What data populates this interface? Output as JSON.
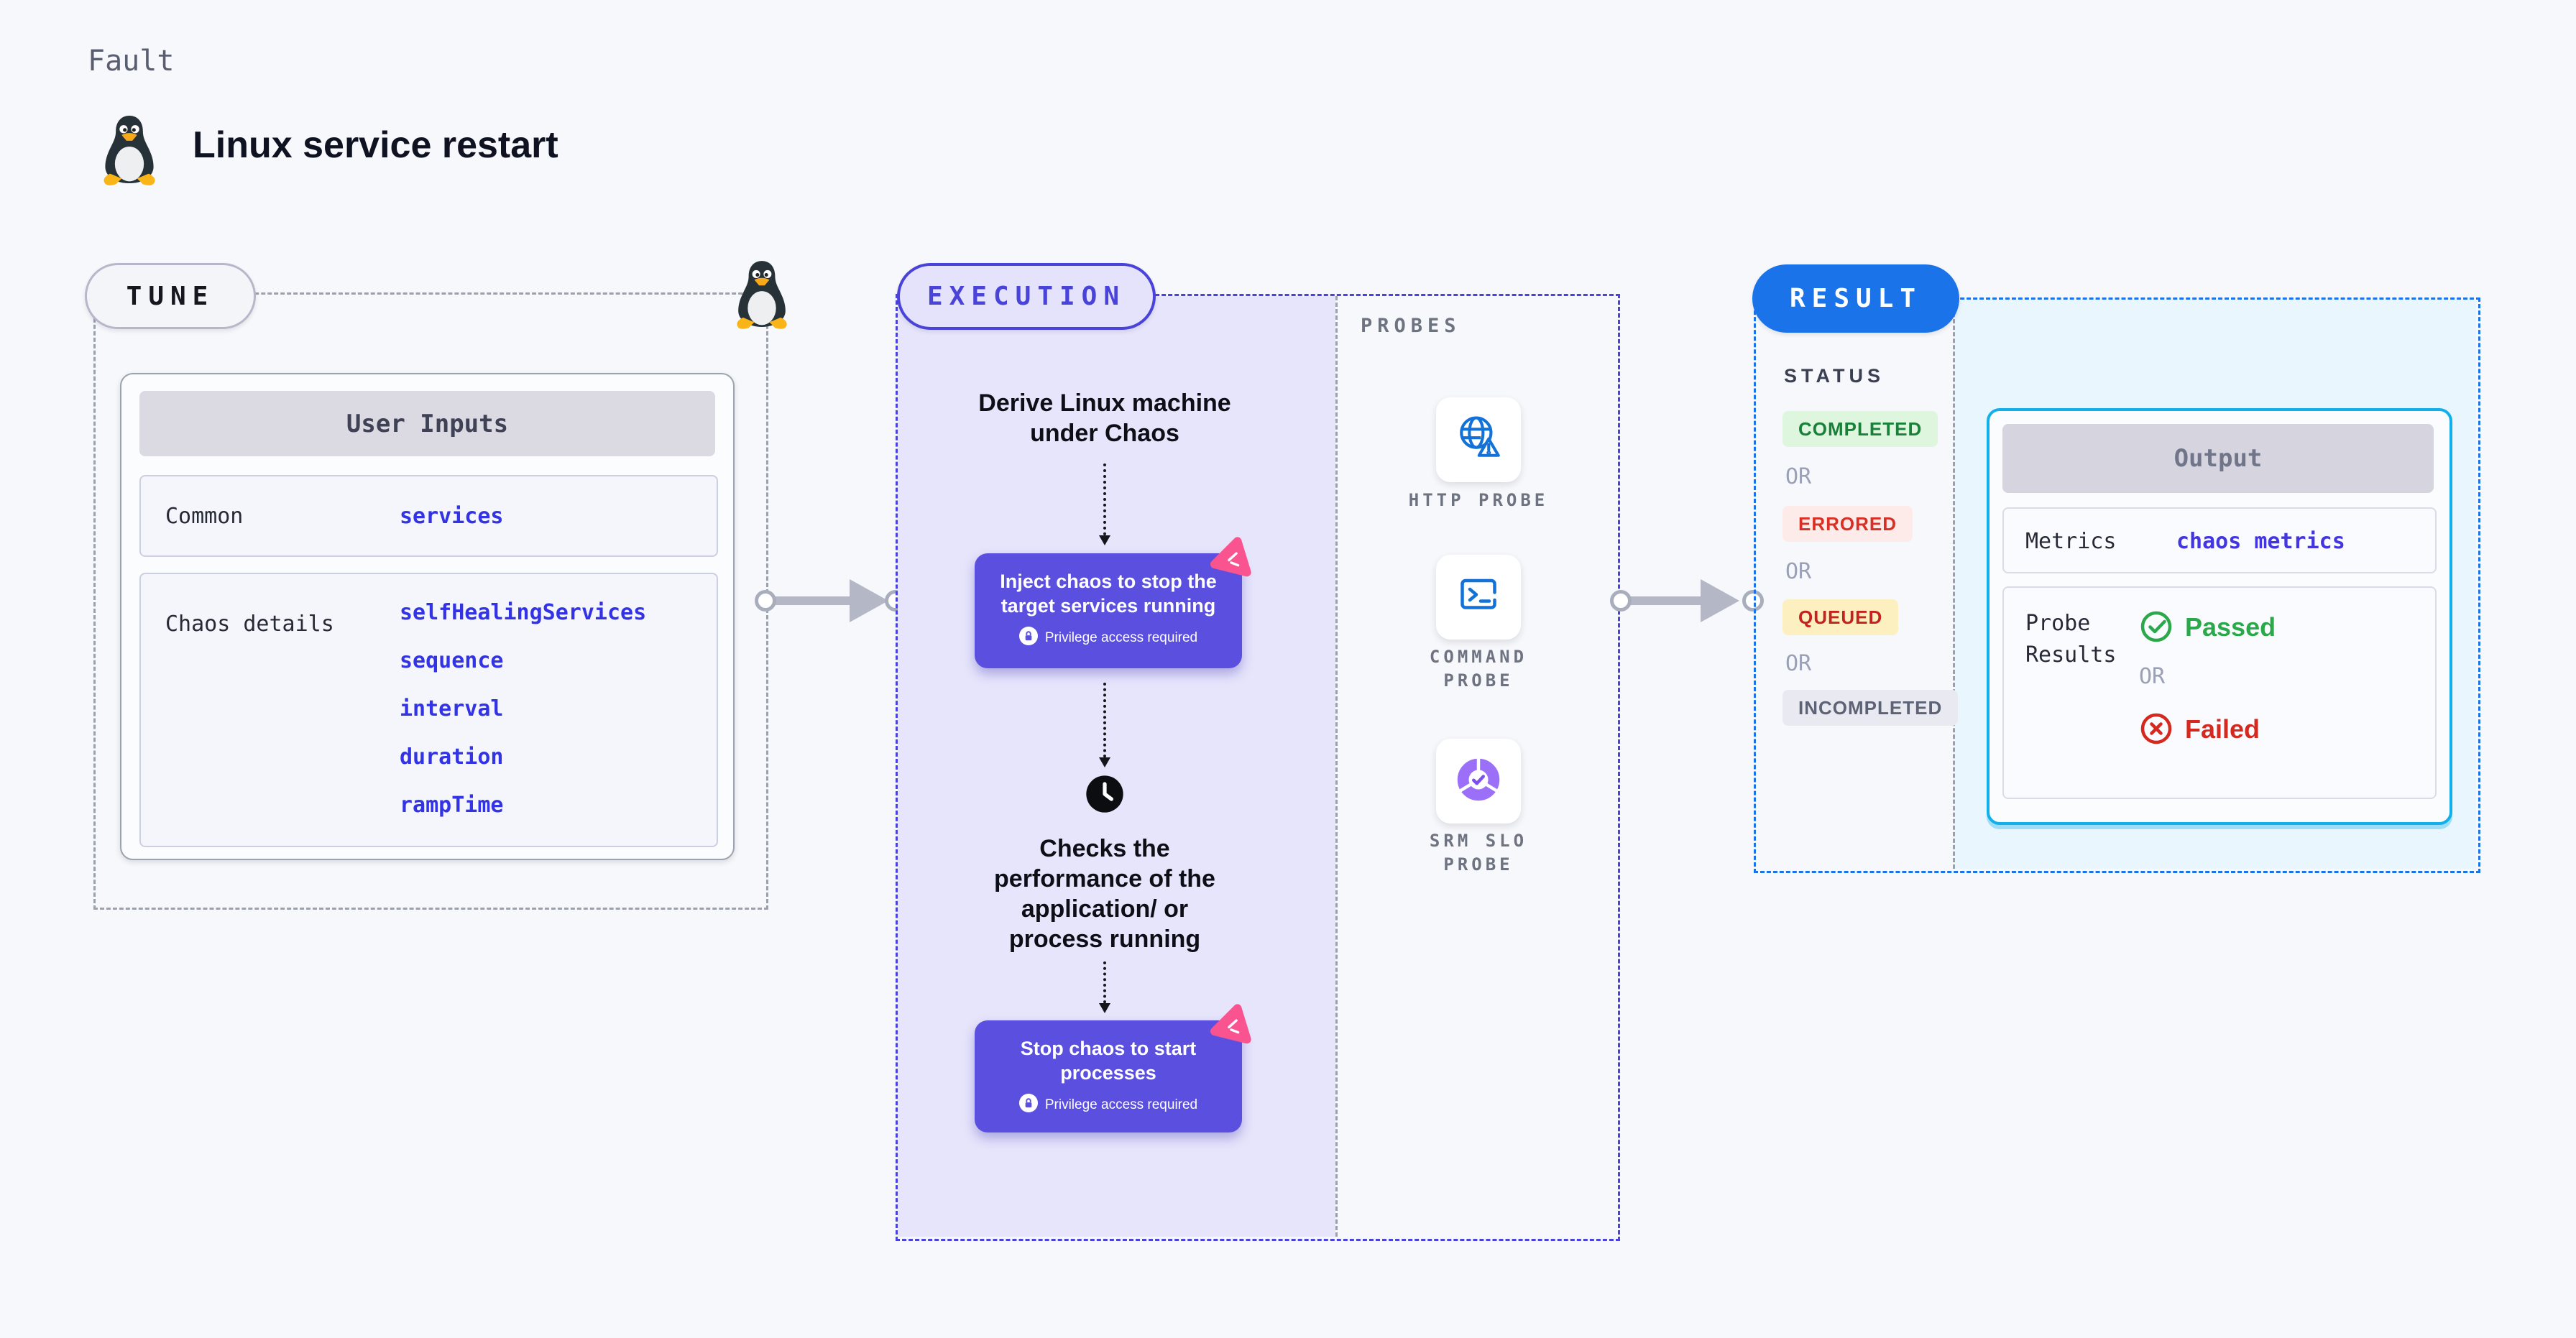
{
  "header": {
    "category": "Fault",
    "title": "Linux service restart",
    "icon": "tux-penguin-icon"
  },
  "tune": {
    "label": "TUNE",
    "table": {
      "header": "User Inputs",
      "rows": [
        {
          "label": "Common",
          "values": [
            "services"
          ]
        },
        {
          "label": "Chaos details",
          "values": [
            "selfHealingServices",
            "sequence",
            "interval",
            "duration",
            "rampTime"
          ]
        }
      ]
    }
  },
  "execution": {
    "label": "EXECUTION",
    "derive_text": "Derive Linux machine under Chaos",
    "inject_box": {
      "title": "Inject chaos to stop the target services running",
      "note": "Privilege access required",
      "icon": "chaos-scenario-icon"
    },
    "checks_text": "Checks the performance of the application/ or process running",
    "stop_box": {
      "title": "Stop chaos to start processes",
      "note": "Privilege access required",
      "icon": "chaos-scenario-icon"
    }
  },
  "probes": {
    "label": "PROBES",
    "items": [
      {
        "name": "HTTP PROBE",
        "icon": "globe-alert-icon",
        "lines": [
          "HTTP PROBE"
        ]
      },
      {
        "name": "COMMAND PROBE",
        "icon": "terminal-icon",
        "lines": [
          "COMMAND",
          "PROBE"
        ]
      },
      {
        "name": "SRM SLO PROBE",
        "icon": "slo-donut-check-icon",
        "lines": [
          "SRM SLO",
          "PROBE"
        ]
      }
    ]
  },
  "result": {
    "label": "RESULT",
    "status": {
      "heading": "STATUS",
      "or": "OR",
      "badges": [
        {
          "text": "COMPLETED",
          "color": "#188038",
          "bg": "#def5de"
        },
        {
          "text": "ERRORED",
          "color": "#d93025",
          "bg": "#fcebe9"
        },
        {
          "text": "QUEUED",
          "color": "#c5221f",
          "bg": "#fcf0c0"
        },
        {
          "text": "INCOMPLETED",
          "color": "#5d6275",
          "bg": "#e9eaf1"
        }
      ]
    },
    "output": {
      "header": "Output",
      "metrics_label": "Metrics",
      "metrics_value": "chaos metrics",
      "probe_results_label": "Probe Results",
      "passed": "Passed",
      "or": "OR",
      "failed": "Failed"
    }
  },
  "colors": {
    "execution_indigo": "#4a43d9",
    "execution_bg": "#e6e5fb",
    "result_blue": "#1a73e8",
    "output_cyan_border": "#12b0ea",
    "output_cyan_bg": "#e9f6fd",
    "chaos_box_purple": "#5a4fdf",
    "chaos_badge_pink": "#f9548f",
    "code_blue": "#3333e6",
    "probe_icon_blue": "#1272d8",
    "arrow_gray": "#b4b7c5"
  }
}
